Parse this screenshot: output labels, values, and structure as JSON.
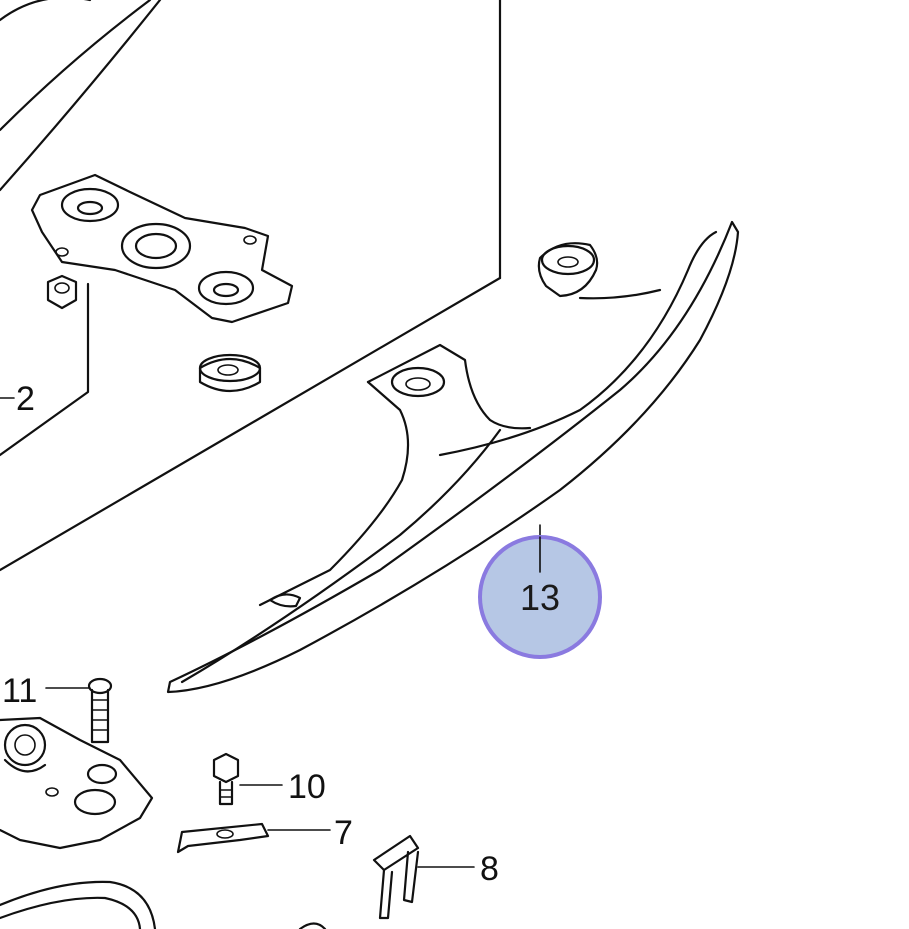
{
  "diagram": {
    "callouts": {
      "part_2": "2",
      "part_7": "7",
      "part_8": "8",
      "part_10": "10",
      "part_11": "11",
      "part_13": "13"
    },
    "highlight_color": "#a9bde0",
    "highlight_border_color": "#8a7ae0",
    "selected_part": "13"
  }
}
